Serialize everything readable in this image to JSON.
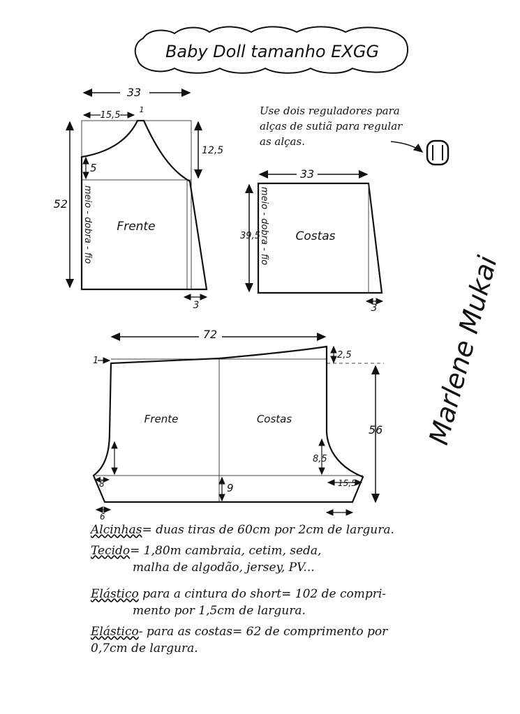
{
  "title": "Baby Doll  tamanho EXGG",
  "note": {
    "line1": "Use dois reguladores para",
    "line2": "alças de sutiã para regular",
    "line3": "as alças."
  },
  "front_top": {
    "label": "Frente",
    "fold": "meio - dobra - fio",
    "width": "33",
    "neck": "15,5",
    "shoulder": "1",
    "armhole": "12,5",
    "neck_depth": "5",
    "length": "52",
    "hem_flare": "3"
  },
  "back_top": {
    "label": "Costas",
    "fold": "meio - dobra - fio",
    "width": "33",
    "length": "39,5",
    "hem_flare": "3"
  },
  "shorts": {
    "front_label": "Frente",
    "back_label": "Costas",
    "width": "72",
    "front_rise": "1",
    "back_rise": "2,5",
    "length": "56",
    "crotch_height": "8,5",
    "crotch_ext": "15,5",
    "front_crotch": "8",
    "leg": "9",
    "hem_front": "6"
  },
  "signature": "Marlene Mukai",
  "notes": {
    "alcinhas_label": "Alcinhas",
    "alcinhas_text": "= duas tiras de 60cm por 2cm de largura.",
    "tecido_label": "Tecido",
    "tecido_line1": "= 1,80m cambraia, cetim, seda,",
    "tecido_line2": "malha de algodão, jersey, PV...",
    "elastico1_label": "Elástico",
    "elastico1_line1": "para a cintura do short= 102 de compri-",
    "elastico1_line2": "mento por 1,5cm de largura.",
    "elastico2_label": "Elástico",
    "elastico2_line1": "- para as costas= 62 de comprimento por",
    "elastico2_line2": "0,7cm de largura."
  }
}
